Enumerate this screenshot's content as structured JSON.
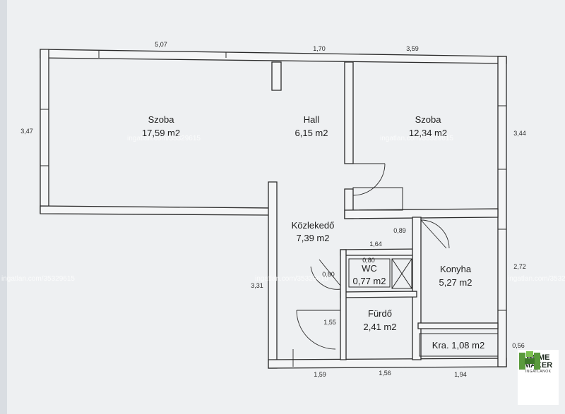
{
  "rooms": {
    "szoba1": {
      "name": "Szoba",
      "area": "17,59 m2"
    },
    "hall": {
      "name": "Hall",
      "area": "6,15 m2"
    },
    "szoba2": {
      "name": "Szoba",
      "area": "12,34 m2"
    },
    "kozlekedo": {
      "name": "Közlekedő",
      "area": "7,39 m2"
    },
    "wc": {
      "name": "WC",
      "area": "0,77 m2"
    },
    "konyha": {
      "name": "Konyha",
      "area": "5,27 m2"
    },
    "furdo": {
      "name": "Fürdő",
      "area": "2,41 m2"
    },
    "kamra": {
      "label": "Kra. 1,08 m2"
    }
  },
  "dimensions": {
    "top_left": "5,07",
    "top_mid": "1,70",
    "top_right": "3,59",
    "left_upper": "3,47",
    "left_lower": "3,31",
    "right_upper": "3,44",
    "right_mid": "2,72",
    "right_lower": "0,56",
    "bottom_left": "1,59",
    "bottom_mid": "1,56",
    "bottom_right": "1,94",
    "inner_164": "1,64",
    "inner_089": "0,89",
    "inner_080a": "0,80",
    "inner_080b": "0,80",
    "inner_155": "1,55"
  },
  "watermark": "ingatlan.com/35329615",
  "logo": {
    "line1": "HOME",
    "line2": "MAKER",
    "line3": "INGATLANOK"
  },
  "colors": {
    "paper": "#f4f5f6",
    "background": "#d9dde2",
    "logo_green": "#5a9a3c"
  }
}
